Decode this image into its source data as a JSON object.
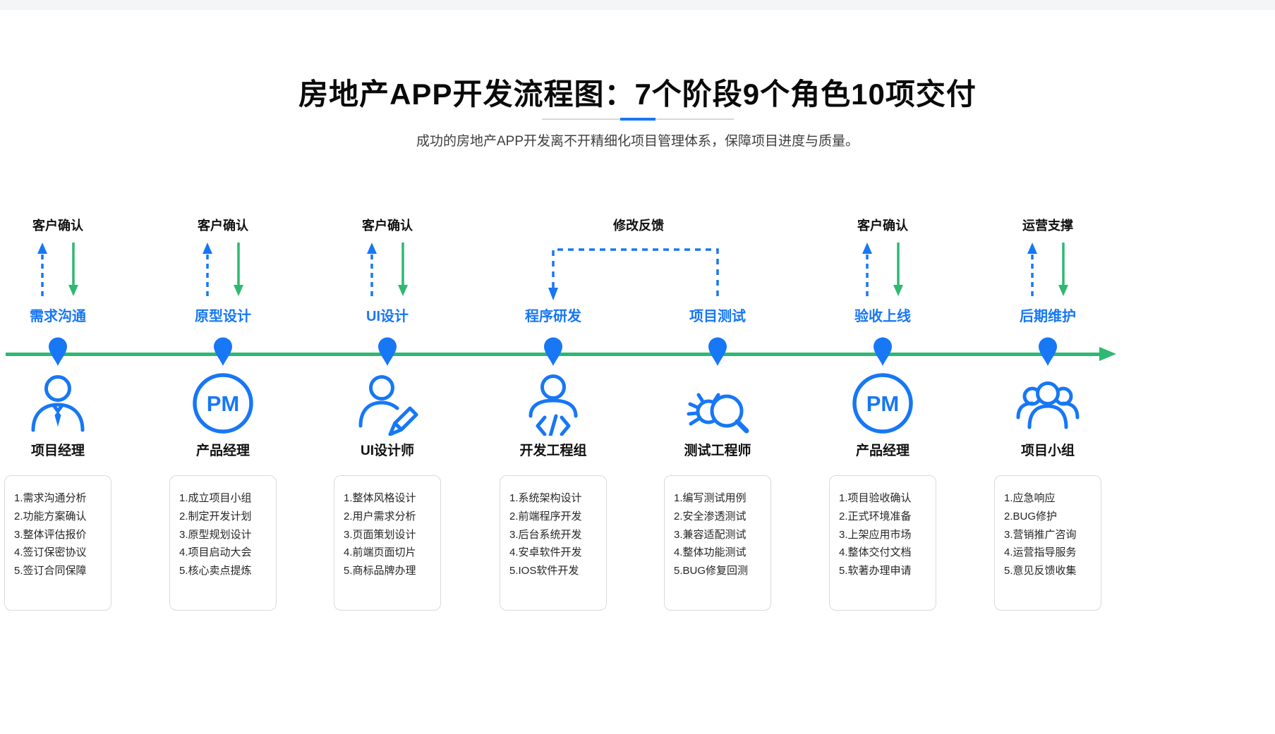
{
  "header": {
    "title": "房地产APP开发流程图：7个阶段9个角色10项交付",
    "subtitle": "成功的房地产APP开发离不开精细化项目管理体系，保障项目进度与质量。"
  },
  "feedback": {
    "label": "修改反馈"
  },
  "colors": {
    "blue": "#1777f5",
    "green": "#2eb872",
    "title": "#0a0a0a",
    "box_border": "#dadada"
  },
  "timeline": {
    "direction": "left-to-right",
    "marker": "pin-icon"
  },
  "stages": [
    {
      "top_label": "客户确认",
      "stage_name": "需求沟通",
      "role": "项目经理",
      "icon": "manager-icon",
      "tasks": [
        "1.需求沟通分析",
        "2.功能方案确认",
        "3.整体评估报价",
        "4.签订保密协议",
        "5.签订合同保障"
      ]
    },
    {
      "top_label": "客户确认",
      "stage_name": "原型设计",
      "role": "产品经理",
      "icon": "pm-icon",
      "tasks": [
        "1.成立项目小组",
        "2.制定开发计划",
        "3.原型规划设计",
        "4.项目启动大会",
        "5.核心卖点提炼"
      ]
    },
    {
      "top_label": "客户确认",
      "stage_name": "UI设计",
      "role": "UI设计师",
      "icon": "ui-designer-icon",
      "tasks": [
        "1.整体风格设计",
        "2.用户需求分析",
        "3.页面策划设计",
        "4.前端页面切片",
        "5.商标品牌办理"
      ]
    },
    {
      "stage_name": "程序研发",
      "role": "开发工程组",
      "icon": "developer-icon",
      "tasks": [
        "1.系统架构设计",
        "2.前端程序开发",
        "3.后台系统开发",
        "4.安卓软件开发",
        "5.IOS软件开发"
      ]
    },
    {
      "stage_name": "项目测试",
      "role": "测试工程师",
      "icon": "tester-icon",
      "tasks": [
        "1.编写测试用例",
        "2.安全渗透测试",
        "3.兼容适配测试",
        "4.整体功能测试",
        "5.BUG修复回测"
      ]
    },
    {
      "top_label": "客户确认",
      "stage_name": "验收上线",
      "role": "产品经理",
      "icon": "pm-icon",
      "tasks": [
        "1.项目验收确认",
        "2.正式环境准备",
        "3.上架应用市场",
        "4.整体交付文档",
        "5.软著办理申请"
      ]
    },
    {
      "top_label": "运营支撑",
      "stage_name": "后期维护",
      "role": "项目小组",
      "icon": "team-icon",
      "tasks": [
        "1.应急响应",
        "2.BUG修护",
        "3.营销推广咨询",
        "4.运营指导服务",
        "5.意见反馈收集"
      ]
    }
  ]
}
